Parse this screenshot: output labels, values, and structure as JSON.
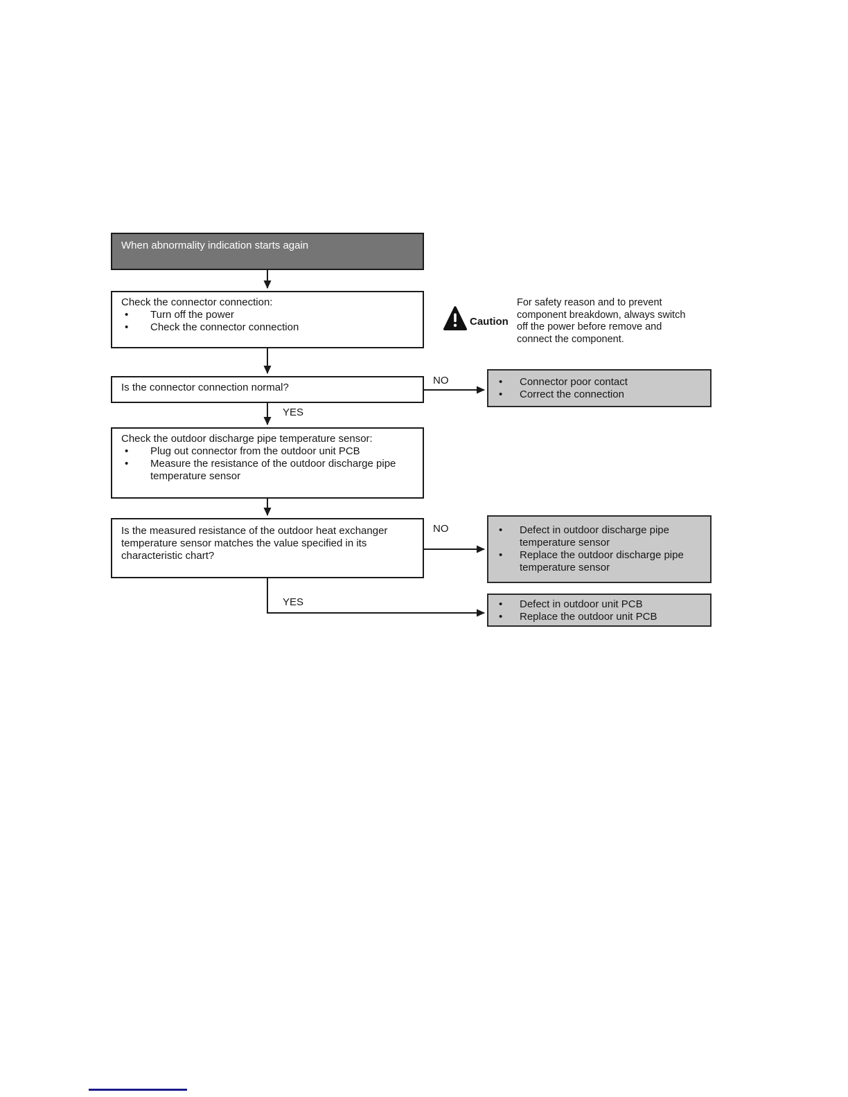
{
  "colors": {
    "start_fill": "#757575",
    "result_fill": "#c9c9c9",
    "line": "#1a1a1a",
    "footer_line": "#1a1a8c"
  },
  "flowchart": {
    "bullet": "•",
    "labels": {
      "yes": "YES",
      "no": "NO"
    },
    "start": {
      "label": "When abnormality indication starts again"
    },
    "check_connector": {
      "title": "Check the connector connection:",
      "bullets": [
        "Turn off the power",
        "Check the connector connection"
      ]
    },
    "caution": {
      "label": "Caution",
      "lines": [
        "For safety reason and to prevent",
        "component breakdown, always switch",
        "off the power before remove and",
        "connect the component."
      ]
    },
    "decision_connector": {
      "question": "Is the connector connection normal?"
    },
    "result_connector": {
      "bullets": [
        "Connector poor contact",
        "Correct the connection"
      ]
    },
    "check_sensor": {
      "title": "Check the outdoor discharge pipe temperature sensor:",
      "bullets": [
        "Plug out connector from the outdoor unit PCB",
        "Measure the resistance of the outdoor discharge pipe temperature sensor"
      ]
    },
    "decision_resistance": {
      "question": "Is the measured resistance of the outdoor heat exchanger temperature sensor matches the value specified in its characteristic chart?"
    },
    "result_sensor": {
      "bullets": [
        "Defect in outdoor discharge pipe temperature sensor",
        "Replace the outdoor discharge pipe temperature sensor"
      ]
    },
    "result_pcb": {
      "bullets": [
        "Defect in outdoor unit PCB",
        "Replace the outdoor unit PCB"
      ]
    }
  }
}
